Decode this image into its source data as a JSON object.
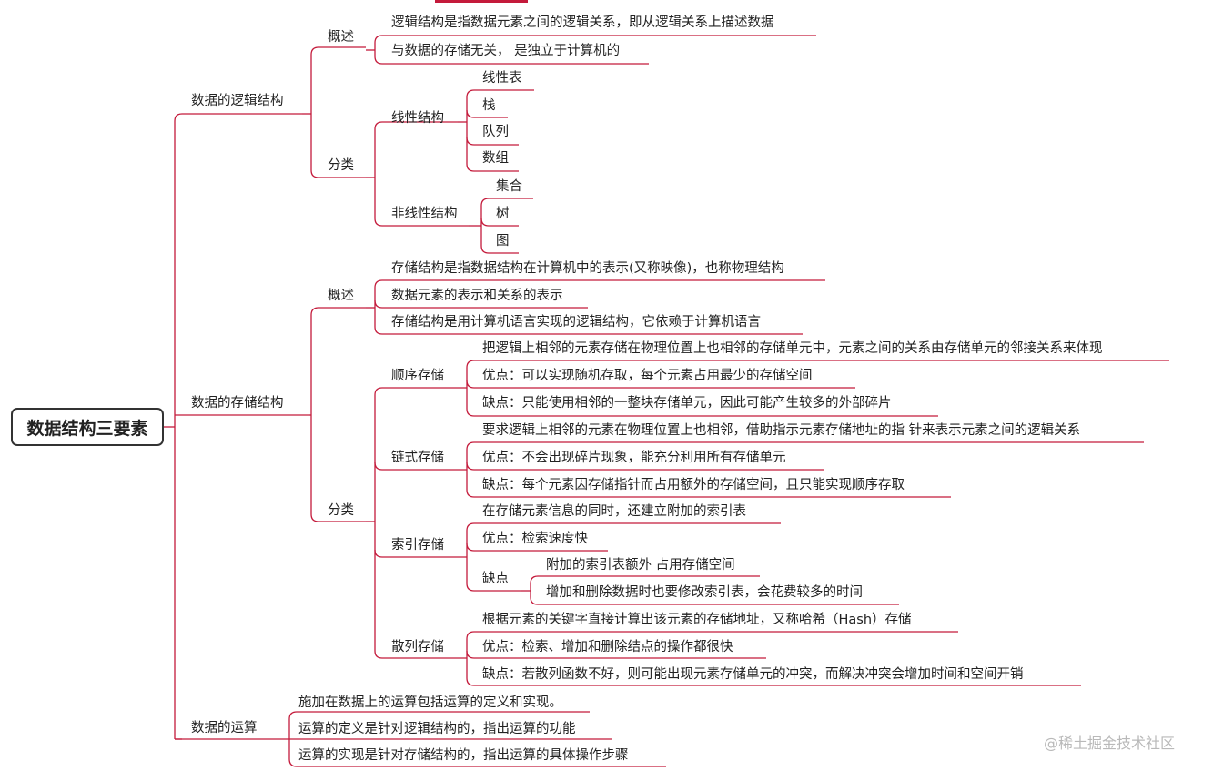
{
  "colors": {
    "line": "#c41a3b",
    "text": "#222222",
    "root_border": "#333333",
    "watermark": "#b9b9b9"
  },
  "root": "数据结构三要素",
  "logic": {
    "title": "数据的逻辑结构",
    "overview": "概述",
    "overview_items": [
      "逻辑结构是指数据元素之间的逻辑关系，即从逻辑关系上描述数据",
      "与数据的存储无关， 是独立于计算机的"
    ],
    "classify": "分类",
    "linear": "线性结构",
    "linear_items": [
      "线性表",
      "栈",
      "队列",
      "数组"
    ],
    "nonlinear": "非线性结构",
    "nonlinear_items": [
      "集合",
      "树",
      "图"
    ]
  },
  "storage": {
    "title": "数据的存储结构",
    "overview": "概述",
    "overview_items": [
      "存储结构是指数据结构在计算机中的表示(又称映像)，也称物理结构",
      "数据元素的表示和关系的表示",
      "存储结构是用计算机语言实现的逻辑结构，它依赖于计算机语言"
    ],
    "classify": "分类",
    "sequential": "顺序存储",
    "sequential_items": [
      "把逻辑上相邻的元素存储在物理位置上也相邻的存储单元中，元素之间的关系由存储单元的邻接关系来体现",
      "优点：可以实现随机存取，每个元素占用最少的存储空间",
      "缺点：只能使用相邻的一整块存储单元，因此可能产生较多的外部碎片"
    ],
    "linked": "链式存储",
    "linked_items": [
      "要求逻辑上相邻的元素在物理位置上也相邻，借助指示元素存储地址的指 针来表示元素之间的逻辑关系",
      "优点：不会出现碎片现象，能充分利用所有存储单元",
      "缺点：每个元素因存储指针而占用额外的存储空间，且只能实现顺序存取"
    ],
    "indexed": "索引存储",
    "indexed_items": [
      "在存储元素信息的同时，还建立附加的索引表",
      "优点：检索速度快"
    ],
    "indexed_cons": "缺点",
    "indexed_cons_items": [
      "附加的索引表额外 占用存储空间",
      "增加和删除数据时也要修改索引表，会花费较多的时间"
    ],
    "hashed": "散列存储",
    "hashed_items": [
      "根据元素的关键字直接计算出该元素的存储地址，又称哈希（Hash）存储",
      "优点：检索、增加和删除结点的操作都很快",
      "缺点：若散列函数不好，则可能出现元素存储单元的冲突，而解决冲突会增加时间和空间开销"
    ]
  },
  "ops": {
    "title": "数据的运算",
    "items": [
      "施加在数据上的运算包括运算的定义和实现。",
      "运算的定义是针对逻辑结构的，指出运算的功能",
      "运算的实现是针对存储结构的，指出运算的具体操作步骤"
    ]
  },
  "watermark": "@稀土掘金技术社区"
}
